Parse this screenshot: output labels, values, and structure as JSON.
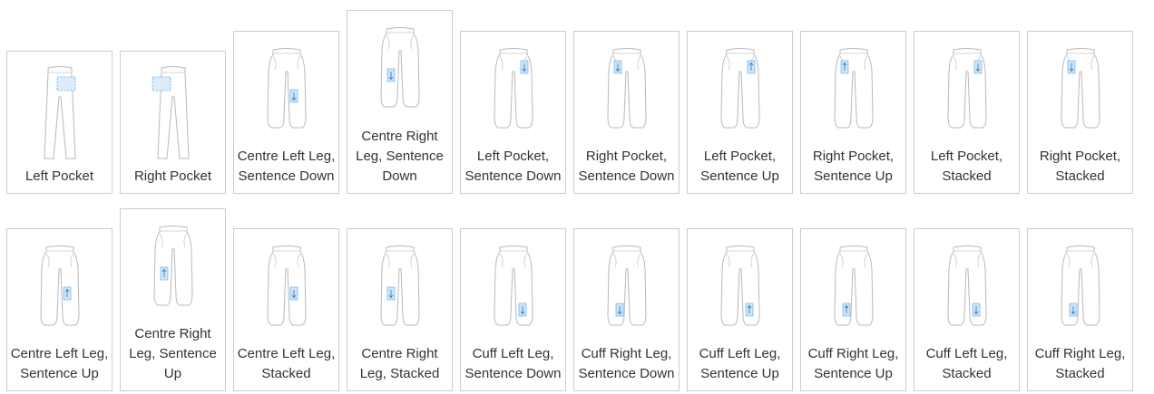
{
  "accent_color": "#5aa9e6",
  "options": [
    {
      "label": "Left Pocket",
      "style": "short",
      "mark": "pocket",
      "side": "left"
    },
    {
      "label": "Right Pocket",
      "style": "short",
      "mark": "pocket",
      "side": "right"
    },
    {
      "label": "Centre Left Leg, Sentence Down",
      "style": "jogger",
      "mark": "arrow",
      "region": "centre-left",
      "direction": "down"
    },
    {
      "label": "Centre Right Leg, Sentence Down",
      "style": "jogger",
      "mark": "arrow",
      "region": "centre-right",
      "direction": "down"
    },
    {
      "label": "Left Pocket, Sentence Down",
      "style": "jogger",
      "mark": "arrow",
      "region": "pocket-left",
      "direction": "down"
    },
    {
      "label": "Right Pocket, Sentence Down",
      "style": "jogger",
      "mark": "arrow",
      "region": "pocket-right",
      "direction": "down"
    },
    {
      "label": "Left Pocket, Sentence Up",
      "style": "jogger",
      "mark": "arrow",
      "region": "pocket-left",
      "direction": "up"
    },
    {
      "label": "Right Pocket, Sentence Up",
      "style": "jogger",
      "mark": "arrow",
      "region": "pocket-right",
      "direction": "up"
    },
    {
      "label": "Left Pocket, Stacked",
      "style": "jogger",
      "mark": "arrow",
      "region": "pocket-left",
      "direction": "down"
    },
    {
      "label": "Right Pocket, Stacked",
      "style": "jogger",
      "mark": "arrow",
      "region": "pocket-right",
      "direction": "down"
    },
    {
      "label": "Centre Left Leg, Sentence Up",
      "style": "jogger",
      "mark": "arrow",
      "region": "centre-left",
      "direction": "up"
    },
    {
      "label": "Centre Right Leg, Sentence Up",
      "style": "jogger",
      "mark": "arrow",
      "region": "centre-right",
      "direction": "up"
    },
    {
      "label": "Centre Left Leg, Stacked",
      "style": "jogger",
      "mark": "arrow",
      "region": "centre-left",
      "direction": "down"
    },
    {
      "label": "Centre Right Leg, Stacked",
      "style": "jogger",
      "mark": "arrow",
      "region": "centre-right",
      "direction": "down"
    },
    {
      "label": "Cuff Left Leg, Sentence Down",
      "style": "jogger",
      "mark": "arrow",
      "region": "cuff-left",
      "direction": "down"
    },
    {
      "label": "Cuff Right Leg, Sentence Down",
      "style": "jogger",
      "mark": "arrow",
      "region": "cuff-right",
      "direction": "down"
    },
    {
      "label": "Cuff Left Leg, Sentence Up",
      "style": "jogger",
      "mark": "arrow",
      "region": "cuff-left",
      "direction": "up"
    },
    {
      "label": "Cuff Right Leg, Sentence Up",
      "style": "jogger",
      "mark": "arrow",
      "region": "cuff-right",
      "direction": "up"
    },
    {
      "label": "Cuff Left Leg, Stacked",
      "style": "jogger",
      "mark": "arrow",
      "region": "cuff-left",
      "direction": "down"
    },
    {
      "label": "Cuff Right Leg, Stacked",
      "style": "jogger",
      "mark": "arrow",
      "region": "cuff-right",
      "direction": "down"
    }
  ]
}
